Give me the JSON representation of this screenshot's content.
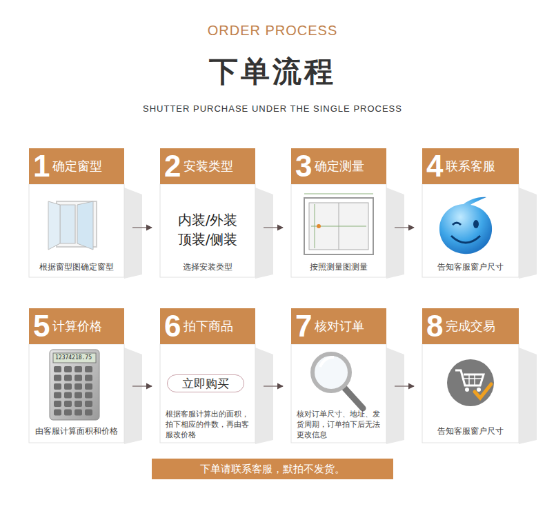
{
  "diagram": {
    "title": "下单流程",
    "nodes": [
      {
        "text": [
          "1",
          "确定窗型",
          "根据窗型图确定窗型"
        ]
      },
      {
        "text": [
          "2",
          "安装类型",
          "内装/外装 顶装/侧装",
          "选择安装类型"
        ]
      },
      {
        "text": [
          "3",
          "确定测量",
          "按照测量图测量"
        ]
      },
      {
        "text": [
          "4",
          "联系客服",
          "告知客服窗户尺寸"
        ]
      },
      {
        "text": [
          "5",
          "计算价格",
          "由客服计算面积和价格"
        ]
      },
      {
        "text": [
          "6",
          "拍下商品",
          "根据客服计算出的面积，拍下相应的件数，再由客服改价格"
        ]
      },
      {
        "text": [
          "立即购买"
        ],
        "in": 5
      },
      {
        "text": [
          "7",
          "核对订单",
          "核对订单尺寸、地址、发货周期，订单拍下后无法更改信息"
        ]
      },
      {
        "text": [
          "8",
          "完成交易",
          "告知客服窗户尺寸"
        ]
      },
      {
        "text": [
          "下单请联系客服，默拍不发货。"
        ]
      }
    ],
    "edges": [
      {
        "from": 0,
        "to": 1,
        "arrow": "to"
      },
      {
        "from": 1,
        "to": 2,
        "arrow": "to"
      },
      {
        "from": 2,
        "to": 3,
        "arrow": "to"
      },
      {
        "from": 4,
        "to": 5,
        "arrow": "to"
      },
      {
        "from": 5,
        "to": 7,
        "arrow": "to"
      },
      {
        "from": 7,
        "to": 8,
        "arrow": "to"
      }
    ],
    "labels": [
      "ORDER PROCESS",
      "SHUTTER PURCHASE UNDER THE SINGLE PROCESS",
      "12374218.75"
    ]
  }
}
